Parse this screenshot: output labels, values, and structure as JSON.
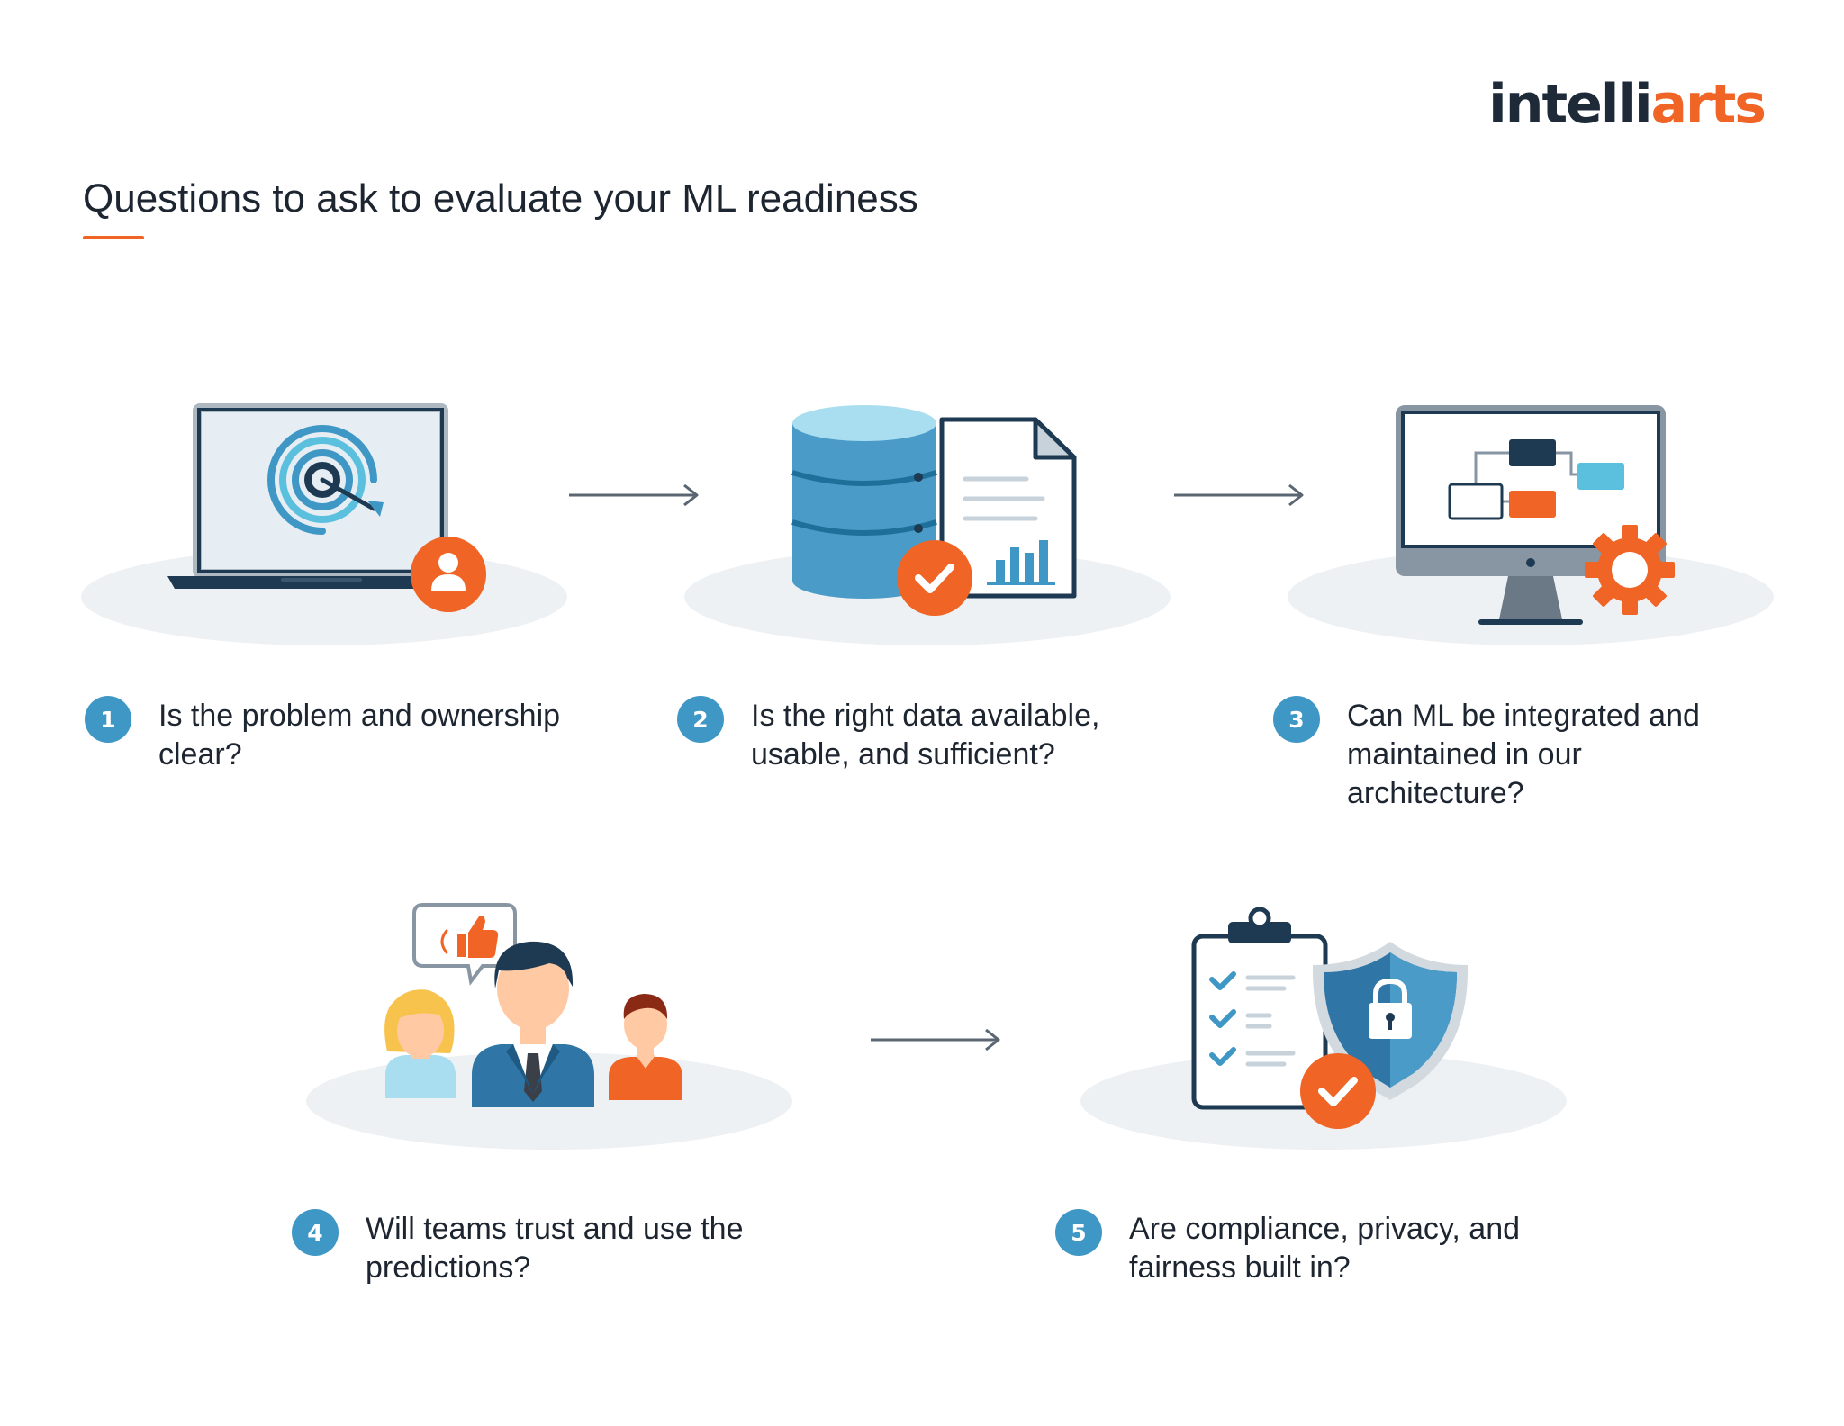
{
  "brand": {
    "logo_dark": "intelli",
    "logo_accent": "arts"
  },
  "title": "Questions to ask to evaluate your ML readiness",
  "colors": {
    "accent_orange": "#f06425",
    "step_blue": "#3f97c6",
    "dark_navy": "#1e3a52",
    "light_blue": "#5bc0de"
  },
  "steps": [
    {
      "number": "1",
      "text": "Is the problem and ownership clear?",
      "icon": "laptop-target-icon"
    },
    {
      "number": "2",
      "text": "Is the right data available, usable, and sufficient?",
      "icon": "database-document-icon"
    },
    {
      "number": "3",
      "text": "Can ML be integrated and maintained in our architecture?",
      "icon": "monitor-gear-icon"
    },
    {
      "number": "4",
      "text": "Will teams trust and use the predictions?",
      "icon": "team-thumbs-up-icon"
    },
    {
      "number": "5",
      "text": "Are compliance, privacy, and fairness built in?",
      "icon": "checklist-shield-icon"
    }
  ]
}
